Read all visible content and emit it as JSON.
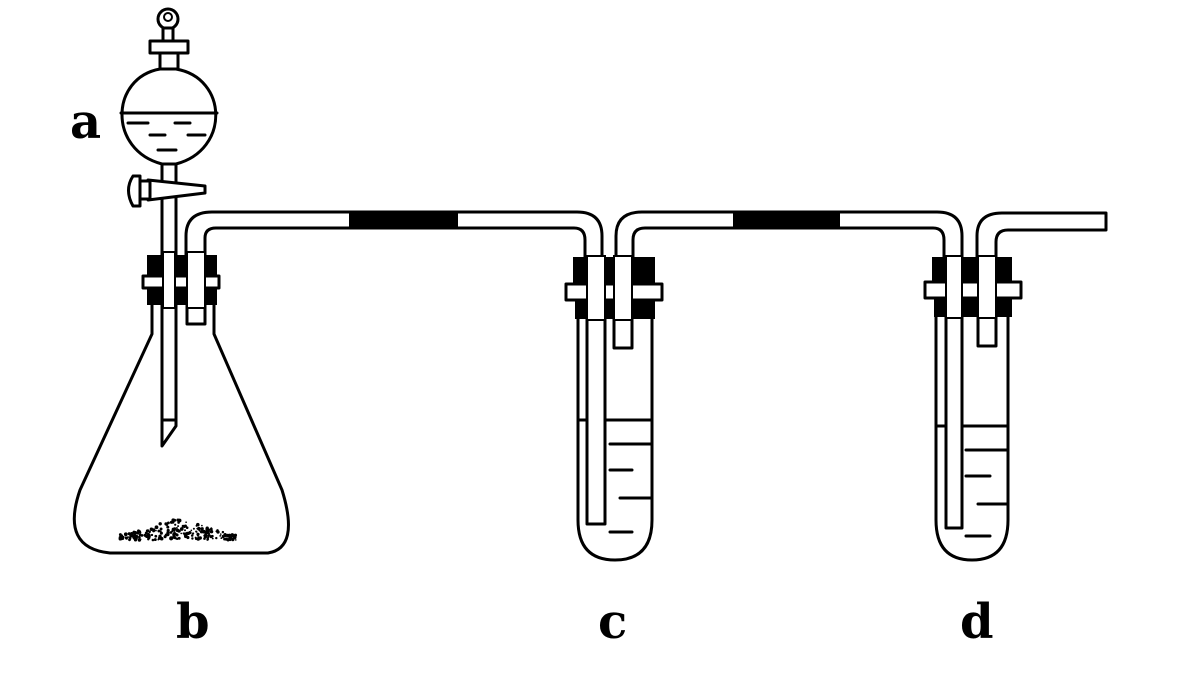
{
  "labels": {
    "a": "a",
    "b": "b",
    "c": "c",
    "d": "d"
  },
  "components": {
    "a": "separatory-funnel",
    "b": "conical-flask",
    "c": "test-tube",
    "d": "test-tube"
  },
  "colors": {
    "line": "#000000",
    "background": "#ffffff"
  }
}
